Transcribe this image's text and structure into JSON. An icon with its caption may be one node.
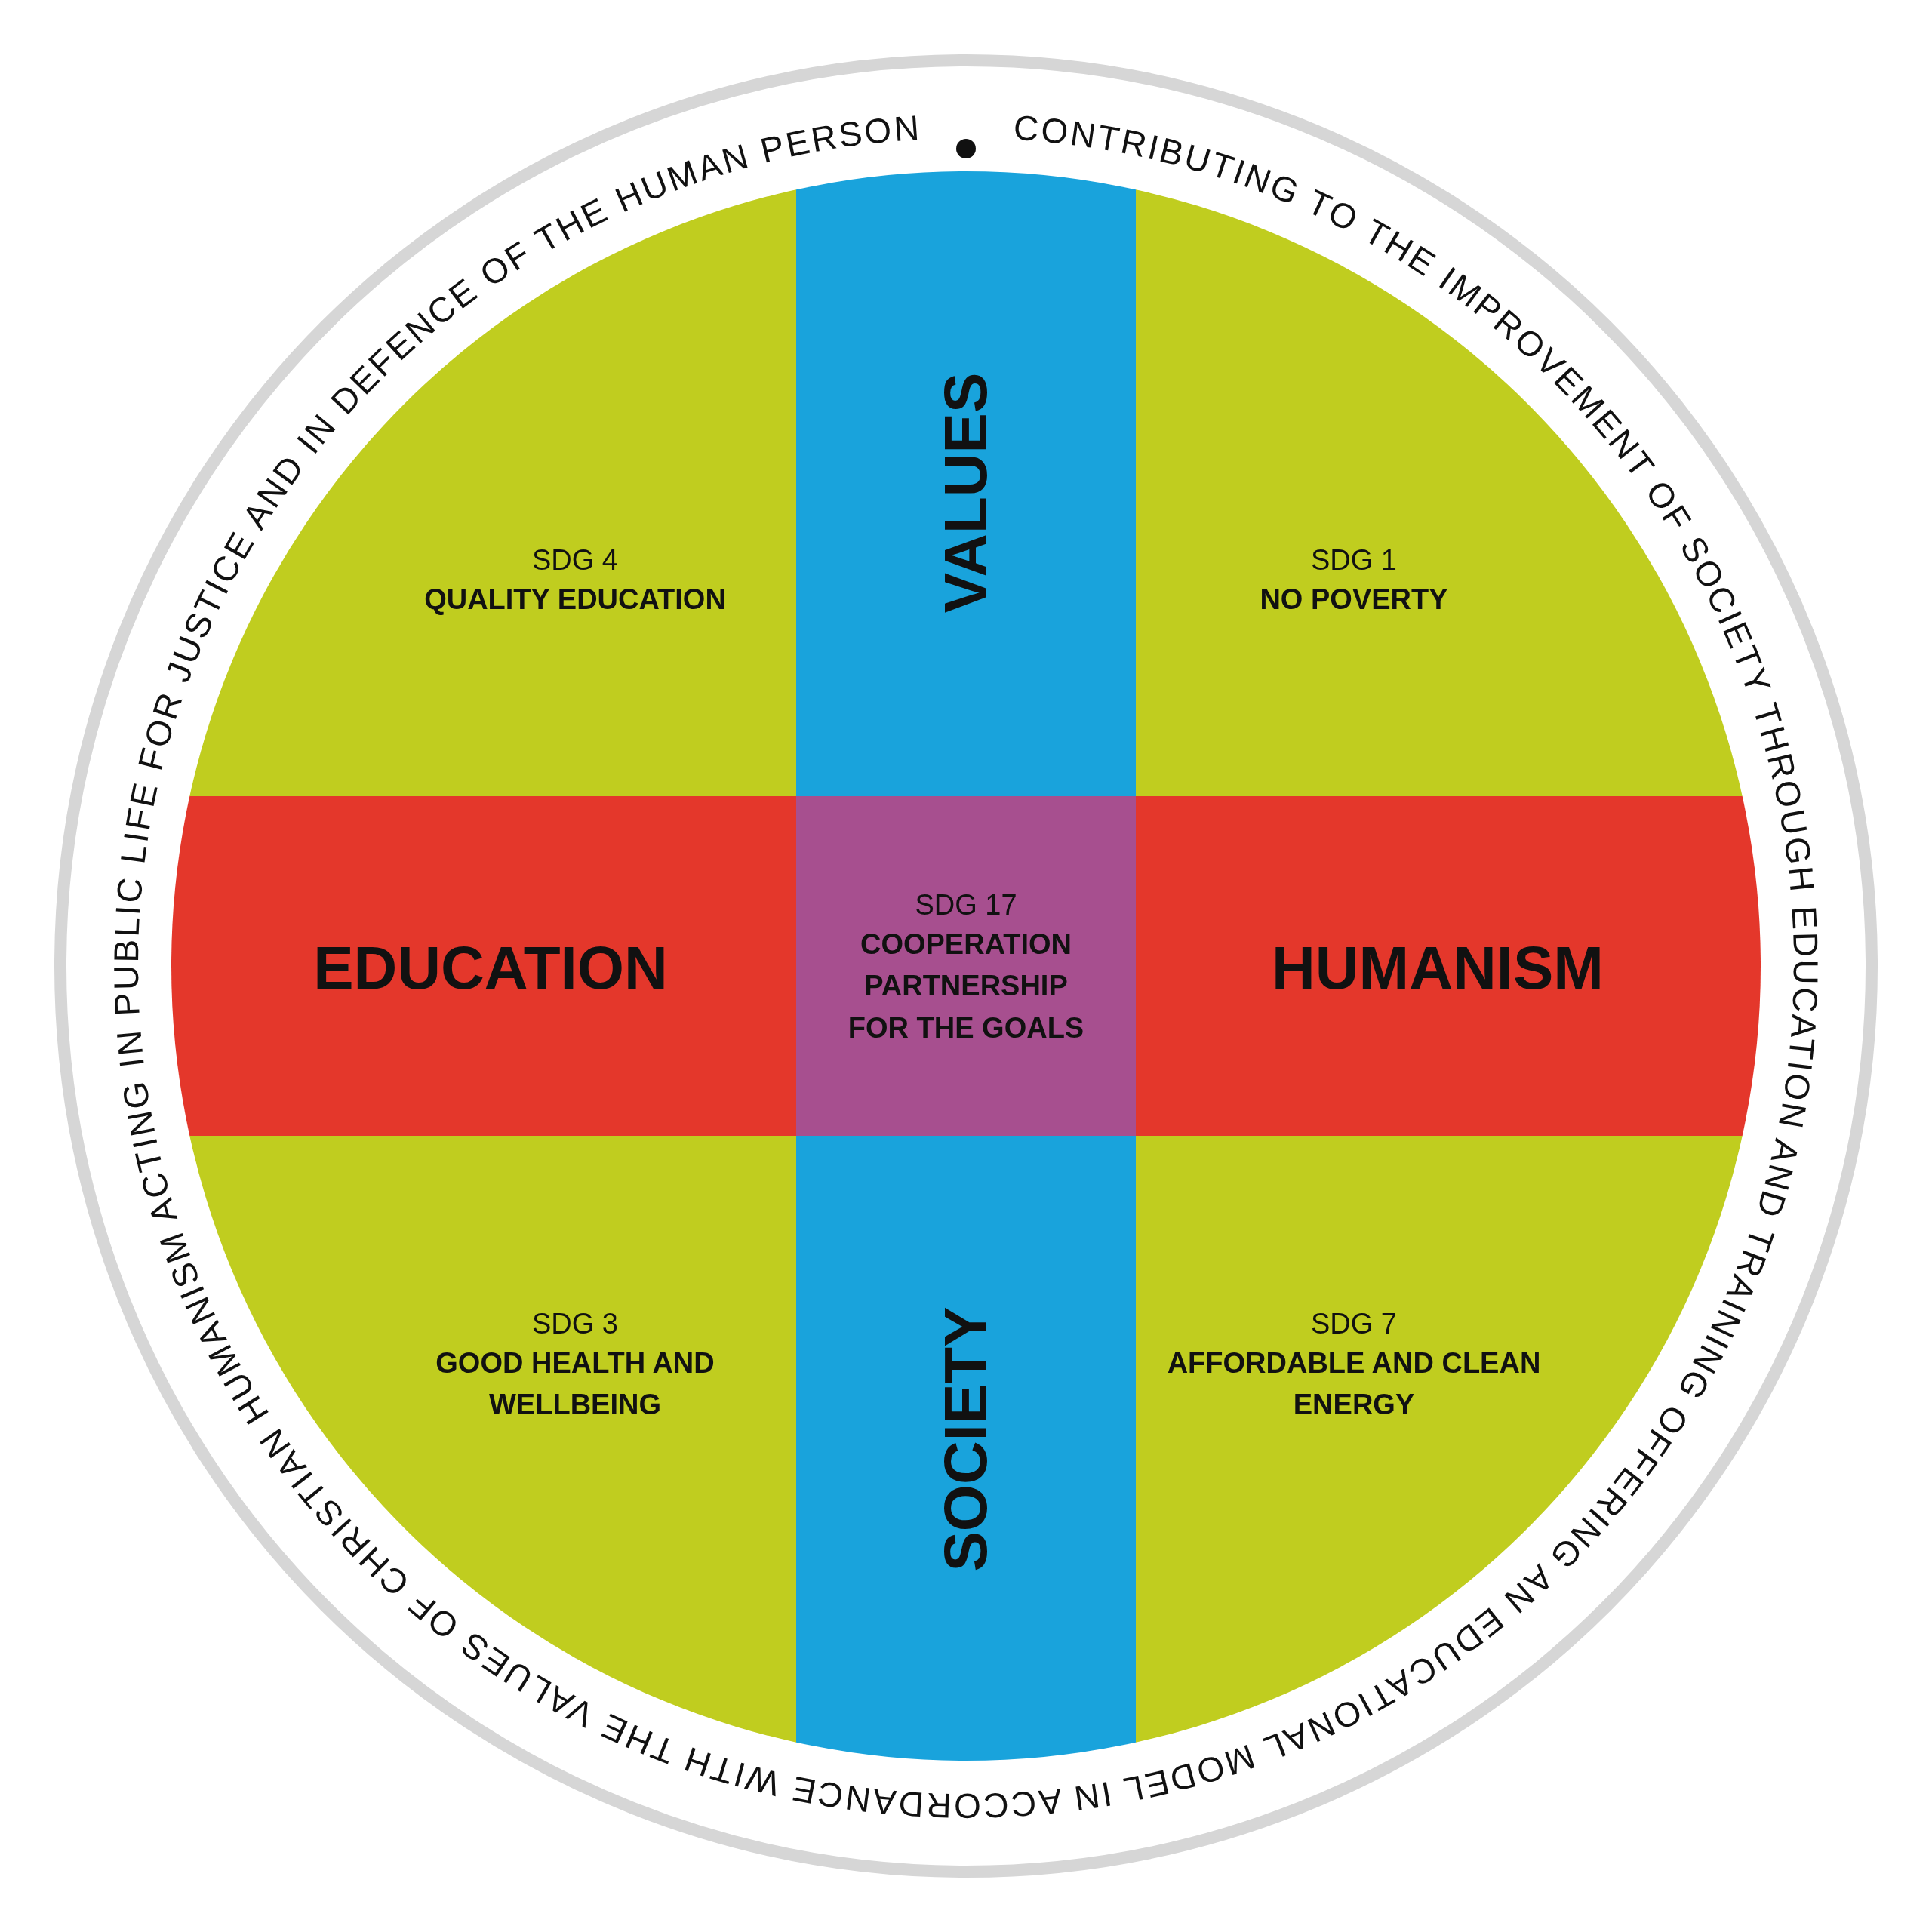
{
  "diagram": {
    "nodes": [
      {
        "text": [
          "SDG 4",
          "QUALITY EDUCATION"
        ]
      },
      {
        "text": [
          "VALUES"
        ]
      },
      {
        "text": [
          "SDG 1",
          "NO POVERTY"
        ]
      },
      {
        "text": [
          "EDUCATION"
        ]
      },
      {
        "text": [
          "SDG 17",
          "COOPERATION PARTNERSHIP FOR THE GOALS"
        ]
      },
      {
        "text": [
          "HUMANISM"
        ]
      },
      {
        "text": [
          "SDG 3",
          "GOOD HEALTH AND WELLBEING"
        ]
      },
      {
        "text": [
          "SOCIETY"
        ]
      },
      {
        "text": [
          "SDG 7",
          "AFFORDABLE AND CLEAN ENERGY"
        ]
      }
    ],
    "labels": [
      "CONTRIBUTING TO THE IMPROVEMENT OF SOCIETY THROUGH EDUCATION AND TRAINING OFFERING AN EDUCATIONAL MODEL IN ACCORDANCE WITH THE VALUES OF CHRISTIAN HUMANISM ACTING IN PUBLIC LIFE FOR JUSTICE AND IN DEFENCE OF THE HUMAN PERSON"
    ]
  }
}
